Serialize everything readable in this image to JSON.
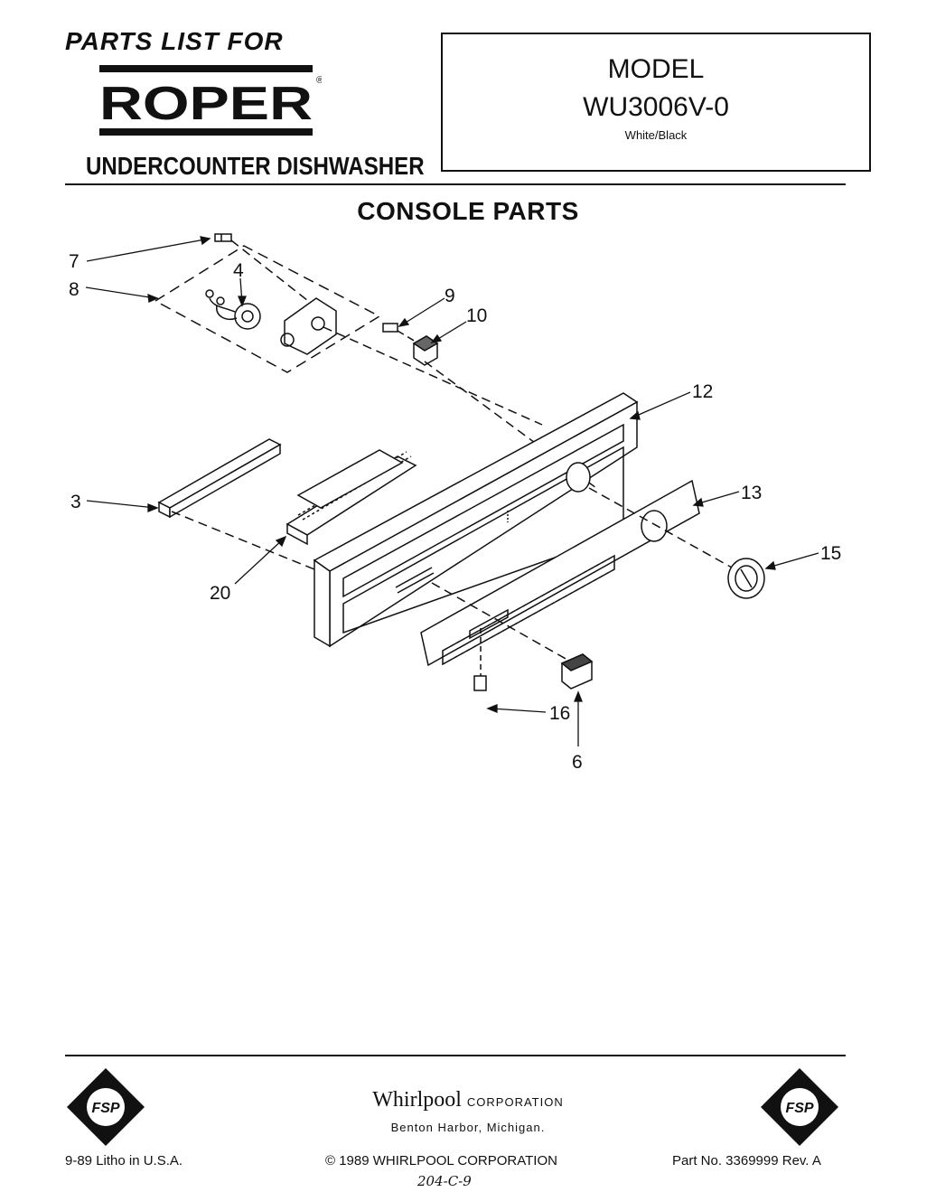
{
  "header": {
    "parts_list_for": "PARTS LIST FOR",
    "brand": "ROPER",
    "brand_mark": "®",
    "product": "UNDERCOUNTER DISHWASHER"
  },
  "model_box": {
    "label": "MODEL",
    "number": "WU3006V-0",
    "color": "White/Black"
  },
  "section_title": "CONSOLE PARTS",
  "callouts": {
    "c7": "7",
    "c4": "4",
    "c8": "8",
    "c9": "9",
    "c10": "10",
    "c12": "12",
    "c3_left": "3",
    "c13": "13",
    "c15": "15",
    "c20": "20",
    "c16": "16",
    "c6": "6"
  },
  "footer": {
    "fsp_label": "FSP",
    "company_name": "Whirlpool",
    "company_suffix": "CORPORATION",
    "address": "Benton Harbor, Michigan.",
    "litho": "9-89 Litho in U.S.A.",
    "copyright": "© 1989 WHIRLPOOL CORPORATION",
    "part_no": "Part No. 3369999 Rev. A",
    "handwritten": "204-C-9"
  }
}
